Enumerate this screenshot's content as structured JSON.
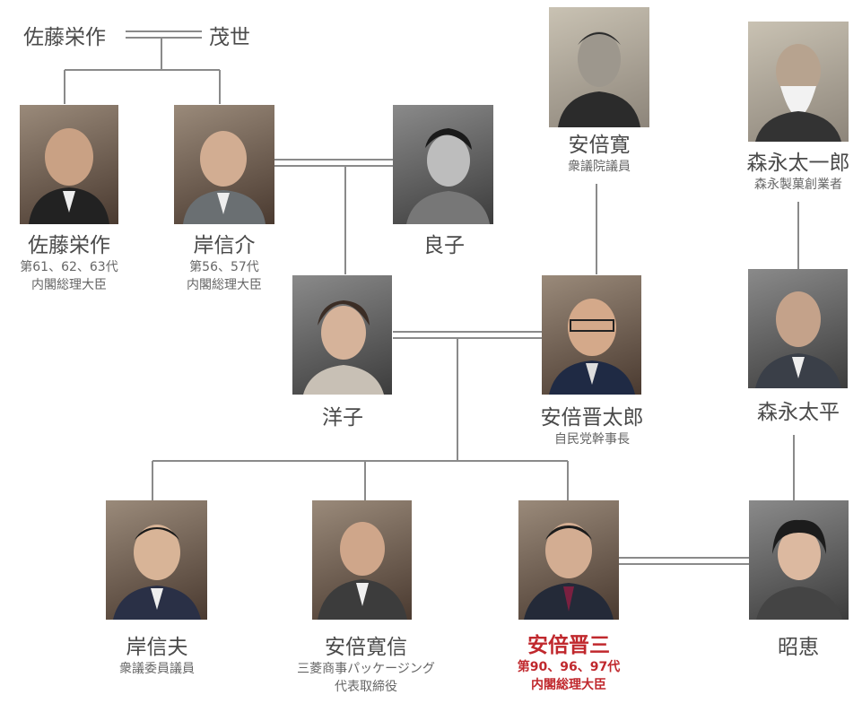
{
  "top_couple": {
    "left": "佐藤栄作",
    "right": "茂世"
  },
  "people": {
    "sato": {
      "name": "佐藤栄作",
      "desc": [
        "第61、62、63代",
        "内閣総理大臣"
      ]
    },
    "kishi_n": {
      "name": "岸信介",
      "desc": [
        "第56、57代",
        "内閣総理大臣"
      ]
    },
    "yoshiko": {
      "name": "良子",
      "desc": []
    },
    "abe_kan": {
      "name": "安倍寛",
      "desc": [
        "衆議院議員"
      ]
    },
    "morinaga_t": {
      "name": "森永太一郎",
      "desc": [
        "森永製菓創業者"
      ]
    },
    "yoko": {
      "name": "洋子",
      "desc": []
    },
    "shintaro": {
      "name": "安倍晋太郎",
      "desc": [
        "自民党幹事長"
      ]
    },
    "taihei": {
      "name": "森永太平",
      "desc": []
    },
    "nobuo": {
      "name": "岸信夫",
      "desc": [
        "衆議委員議員"
      ]
    },
    "hironobu": {
      "name": "安倍寛信",
      "desc": [
        "三菱商事パッケージング",
        "代表取締役"
      ]
    },
    "shinzo": {
      "name": "安倍晋三",
      "desc": [
        "第90、96、97代",
        "内閣総理大臣"
      ]
    },
    "akie": {
      "name": "昭恵",
      "desc": []
    }
  },
  "colors": {
    "line": "#8a8a8a",
    "highlight": "#c0282d",
    "text": "#4a4a4a"
  }
}
